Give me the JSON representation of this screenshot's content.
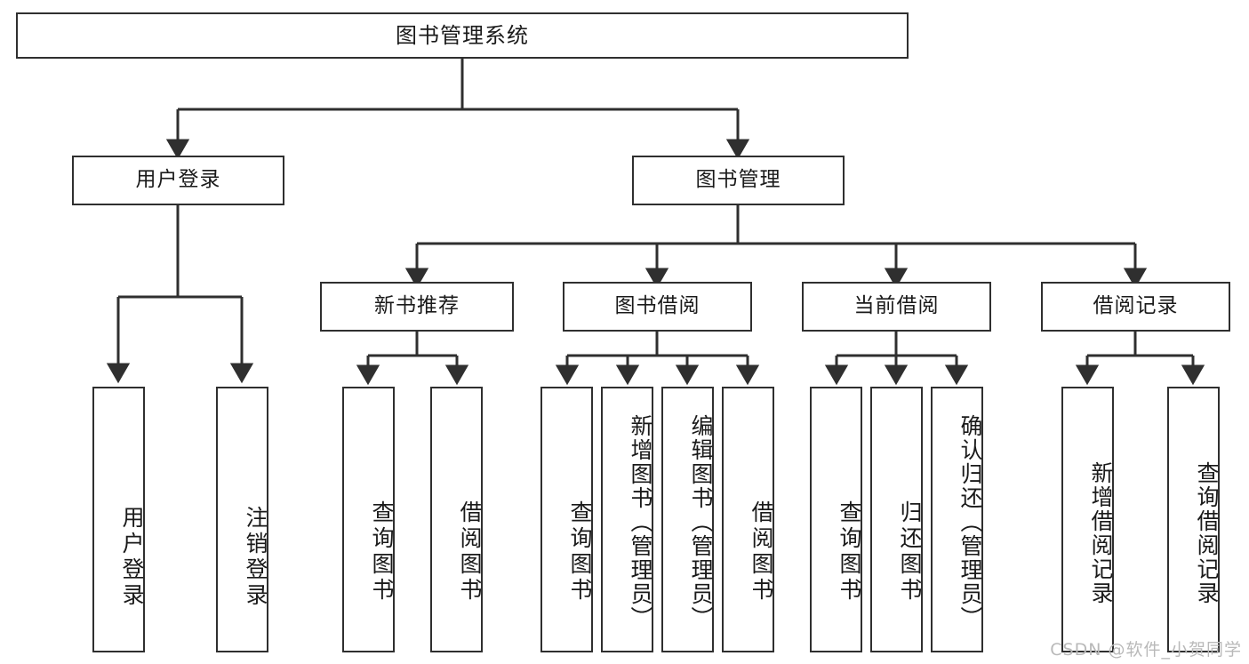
{
  "diagram": {
    "type": "tree-hierarchy-diagram",
    "title": "图书管理系统",
    "watermark": "CSDN @软件_小贺同学",
    "colors": {
      "box_border": "#2f2f2f",
      "box_fill": "#ffffff",
      "connector": "#2f2f2f",
      "text": "#1a1a1a",
      "watermark": "#b9b9b9",
      "background": "#ffffff"
    },
    "nodes": {
      "root": {
        "label": "图书管理系统"
      },
      "level2": [
        {
          "id": "user-login",
          "label": "用户登录"
        },
        {
          "id": "book-management",
          "label": "图书管理"
        }
      ],
      "level3": [
        {
          "id": "new-book-recommend",
          "label": "新书推荐"
        },
        {
          "id": "book-borrow",
          "label": "图书借阅"
        },
        {
          "id": "current-borrow",
          "label": "当前借阅"
        },
        {
          "id": "borrow-record",
          "label": "借阅记录"
        }
      ],
      "leaves": {
        "user_login": [
          {
            "id": "leaf-user-login",
            "label": "用户登录"
          },
          {
            "id": "leaf-logout-login",
            "label": "注销登录"
          }
        ],
        "new_book_recommend": [
          {
            "id": "leaf-query-book-1",
            "label": "查询图书"
          },
          {
            "id": "leaf-borrow-book-1",
            "label": "借阅图书"
          }
        ],
        "book_borrow": [
          {
            "id": "leaf-query-book-2",
            "label": "查询图书"
          },
          {
            "id": "leaf-add-book",
            "label": "新增图书（管理员）"
          },
          {
            "id": "leaf-edit-book",
            "label": "编辑图书（管理员）"
          },
          {
            "id": "leaf-borrow-book-2",
            "label": "借阅图书"
          }
        ],
        "current_borrow": [
          {
            "id": "leaf-query-book-3",
            "label": "查询图书"
          },
          {
            "id": "leaf-return-book",
            "label": "归还图书"
          },
          {
            "id": "leaf-confirm-return",
            "label": "确认归还（管理员）"
          }
        ],
        "borrow_record": [
          {
            "id": "leaf-add-record",
            "label": "新增借阅记录"
          },
          {
            "id": "leaf-query-record",
            "label": "查询借阅记录"
          }
        ]
      }
    }
  }
}
